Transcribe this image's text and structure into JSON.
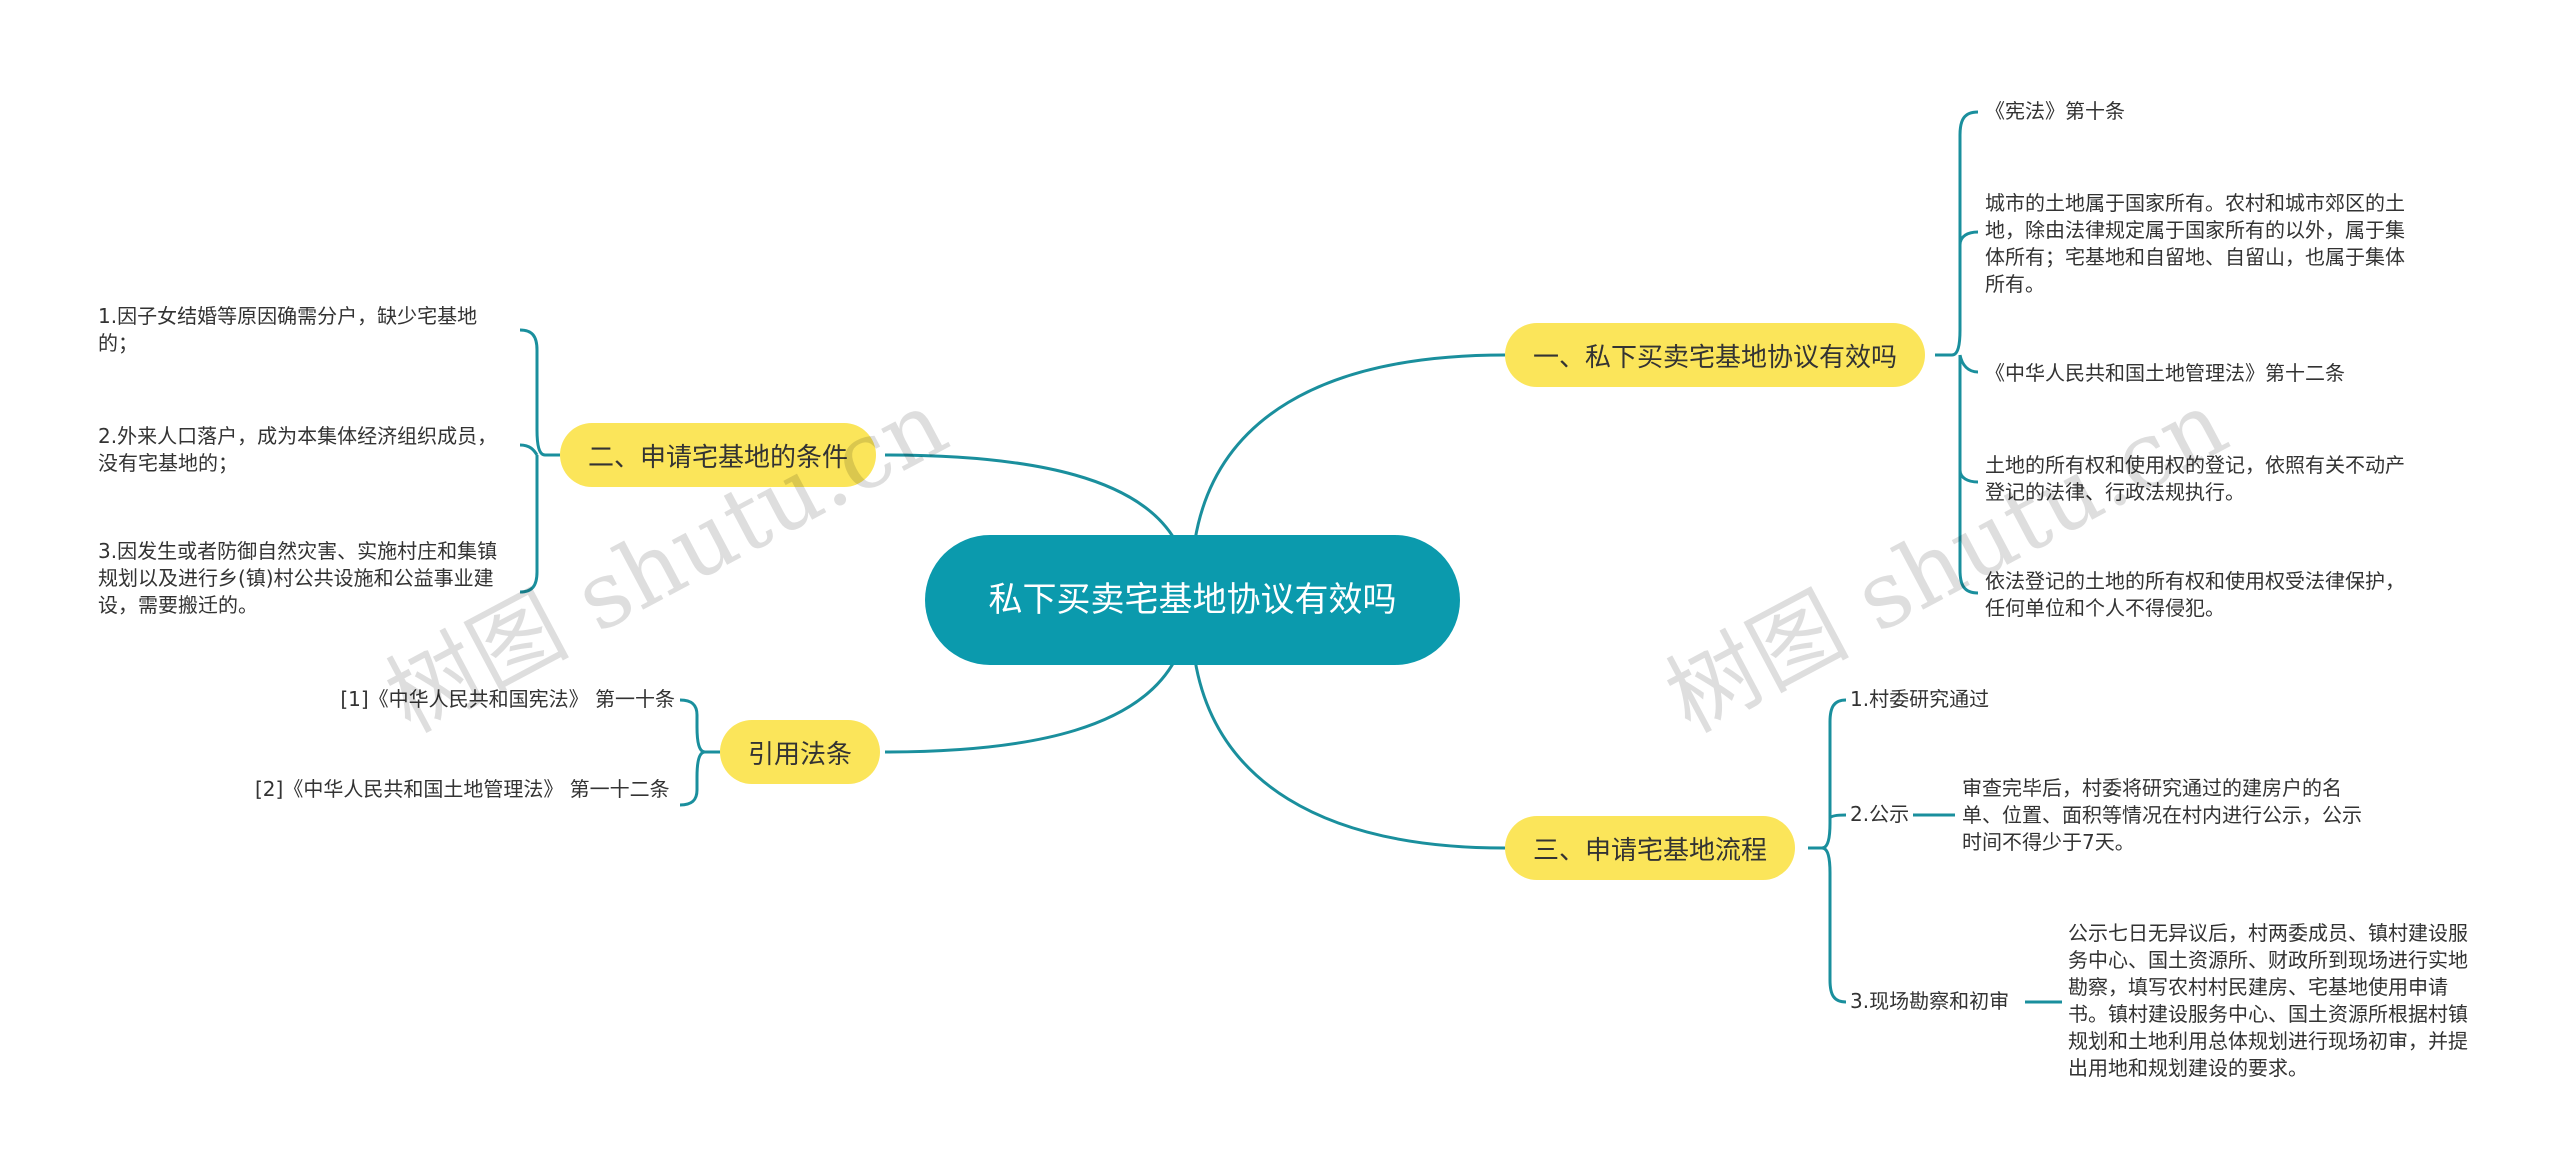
{
  "root": {
    "label": "私下买卖宅基地协议有效吗"
  },
  "branches": {
    "b1": {
      "label": "一、私下买卖宅基地协议有效吗",
      "leaves": [
        "《宪法》第十条",
        "城市的土地属于国家所有。农村和城市郊区的土地，除由法律规定属于国家所有的以外，属于集体所有；宅基地和自留地、自留山，也属于集体所有。",
        "《中华人民共和国土地管理法》第十二条",
        "土地的所有权和使用权的登记，依照有关不动产登记的法律、行政法规执行。",
        "依法登记的土地的所有权和使用权受法律保护，任何单位和个人不得侵犯。"
      ]
    },
    "b2": {
      "label": "二、申请宅基地的条件",
      "leaves": [
        "1.因子女结婚等原因确需分户，缺少宅基地的；",
        "2.外来人口落户，成为本集体经济组织成员，没有宅基地的；",
        "3.因发生或者防御自然灾害、实施村庄和集镇规划以及进行乡(镇)村公共设施和公益事业建设，需要搬迁的。"
      ]
    },
    "b3": {
      "label": "三、申请宅基地流程",
      "steps": [
        {
          "label": "1.村委研究通过",
          "detail": ""
        },
        {
          "label": "2.公示",
          "detail": "审查完毕后，村委将研究通过的建房户的名单、位置、面积等情况在村内进行公示，公示时间不得少于7天。"
        },
        {
          "label": "3.现场勘察和初审",
          "detail": "公示七日无异议后，村两委成员、镇村建设服务中心、国土资源所、财政所到现场进行实地勘察，填写农村村民建房、宅基地使用申请书。镇村建设服务中心、国土资源所根据村镇规划和土地利用总体规划进行现场初审，并提出用地和规划建设的要求。"
        }
      ]
    },
    "b4": {
      "label": "引用法条",
      "leaves": [
        "[1]《中华人民共和国宪法》 第一十条",
        "[2]《中华人民共和国土地管理法》 第一十二条"
      ]
    }
  },
  "watermark": "树图 shutu.cn",
  "colors": {
    "root": "#0b9aad",
    "branch": "#fbe55a",
    "line": "#1a8f9d"
  }
}
